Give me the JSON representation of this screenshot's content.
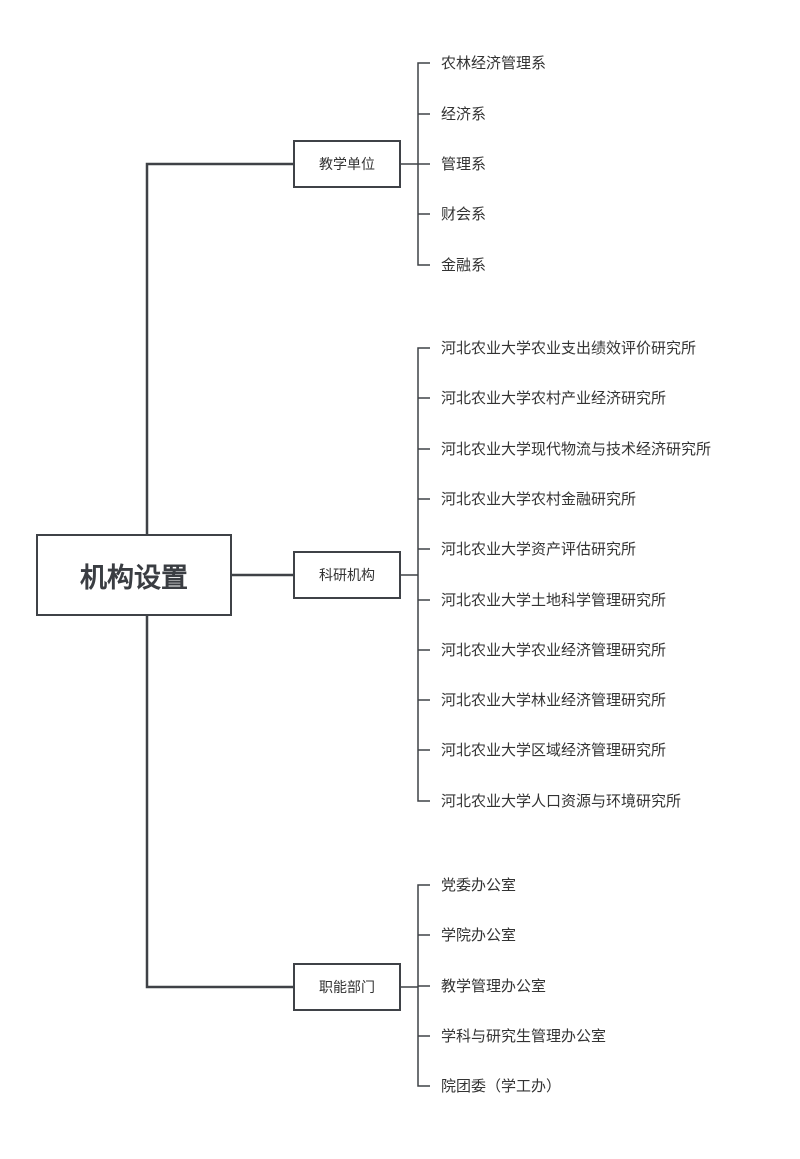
{
  "root": {
    "label": "机构设置"
  },
  "branches": [
    {
      "label": "教学单位",
      "children": [
        "农林经济管理系",
        "经济系",
        "管理系",
        "财会系",
        "金融系"
      ]
    },
    {
      "label": "科研机构",
      "children": [
        "河北农业大学农业支出绩效评价研究所",
        "河北农业大学农村产业经济研究所",
        "河北农业大学现代物流与技术经济研究所",
        "河北农业大学农村金融研究所",
        "河北农业大学资产评估研究所",
        "河北农业大学土地科学管理研究所",
        "河北农业大学农业经济管理研究所",
        "河北农业大学林业经济管理研究所",
        "河北农业大学区域经济管理研究所",
        "河北农业大学人口资源与环境研究所"
      ]
    },
    {
      "label": "职能部门",
      "children": [
        "党委办公室",
        "学院办公室",
        "教学管理办公室",
        "学科与研究生管理办公室",
        "院团委（学工办）"
      ]
    }
  ],
  "colors": {
    "line": "#3f4247",
    "text": "#333333"
  }
}
